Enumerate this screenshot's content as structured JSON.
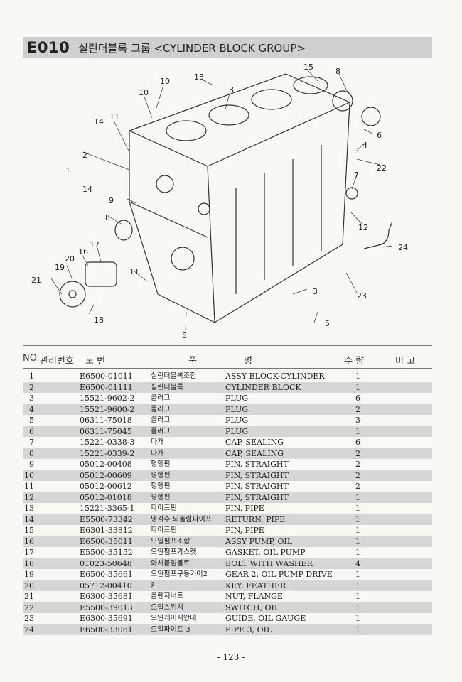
{
  "header": {
    "code": "E010",
    "title": "실린더블록 그룹 <CYLINDER BLOCK GROUP>"
  },
  "diagram": {
    "callouts": [
      "15",
      "8",
      "13",
      "3",
      "10",
      "10",
      "11",
      "14",
      "6",
      "4",
      "22",
      "2",
      "1",
      "14",
      "9",
      "7",
      "8",
      "12",
      "24",
      "17",
      "16",
      "20",
      "19",
      "11",
      "3",
      "23",
      "21",
      "5",
      "5",
      "18"
    ]
  },
  "table": {
    "headers": {
      "no": "NO",
      "mgmt": "관리번호",
      "drawing": "도 번",
      "part": "품",
      "name": "명",
      "qty": "수 량",
      "remark": "비 고"
    },
    "rows": [
      {
        "no": "1",
        "part_no": "E6500-01011",
        "kr": "실린더블록조합",
        "en": "ASSY BLOCK-CYLINDER",
        "qty": "1"
      },
      {
        "no": "2",
        "part_no": "E6500-01111",
        "kr": "실린더블록",
        "en": "CYLINDER BLOCK",
        "qty": "1"
      },
      {
        "no": "3",
        "part_no": "15521-9602-2",
        "kr": "플러그",
        "en": "PLUG",
        "qty": "6"
      },
      {
        "no": "4",
        "part_no": "15521-9600-2",
        "kr": "플러그",
        "en": "PLUG",
        "qty": "2"
      },
      {
        "no": "5",
        "part_no": "06311-75018",
        "kr": "플러그",
        "en": "PLUG",
        "qty": "3"
      },
      {
        "no": "6",
        "part_no": "06311-75045",
        "kr": "플러그",
        "en": "PLUG",
        "qty": "1"
      },
      {
        "no": "7",
        "part_no": "15221-0338-3",
        "kr": "마개",
        "en": "CAP, SEALING",
        "qty": "6"
      },
      {
        "no": "8",
        "part_no": "15221-0339-2",
        "kr": "마개",
        "en": "CAP, SEALING",
        "qty": "2"
      },
      {
        "no": "9",
        "part_no": "05012-00408",
        "kr": "평행핀",
        "en": "PIN, STRAIGHT",
        "qty": "2"
      },
      {
        "no": "10",
        "part_no": "05012-00609",
        "kr": "평행핀",
        "en": "PIN, STRAIGHT",
        "qty": "2"
      },
      {
        "no": "11",
        "part_no": "05012-00612",
        "kr": "평행핀",
        "en": "PIN, STRAIGHT",
        "qty": "2"
      },
      {
        "no": "12",
        "part_no": "05012-01018",
        "kr": "평행핀",
        "en": "PIN, STRAIGHT",
        "qty": "1"
      },
      {
        "no": "13",
        "part_no": "15221-3365-1",
        "kr": "파이프핀",
        "en": "PIN, PIPE",
        "qty": "1"
      },
      {
        "no": "14",
        "part_no": "E5500-73342",
        "kr": "냉각수 되돌림파이프",
        "en": "RETURN, PIPE",
        "qty": "1"
      },
      {
        "no": "15",
        "part_no": "E6301-33812",
        "kr": "파이프핀",
        "en": "PIN, PIPE",
        "qty": "1"
      },
      {
        "no": "16",
        "part_no": "E6500-35011",
        "kr": "오일펌프조합",
        "en": "ASSY PUMP, OIL",
        "qty": "1"
      },
      {
        "no": "17",
        "part_no": "E5500-35152",
        "kr": "오일펌프가스켓",
        "en": "GASKET, OIL PUMP",
        "qty": "1"
      },
      {
        "no": "18",
        "part_no": "01023-50648",
        "kr": "와셔붙임볼트",
        "en": "BOLT WITH WASHER",
        "qty": "4"
      },
      {
        "no": "19",
        "part_no": "E6500-35661",
        "kr": "오일펌프구동기어2",
        "en": "GEAR 2, OIL PUMP DRIVE",
        "qty": "1"
      },
      {
        "no": "20",
        "part_no": "05712-00410",
        "kr": "키",
        "en": "KEY, FEATHER",
        "qty": "1"
      },
      {
        "no": "21",
        "part_no": "E6300-35681",
        "kr": "플렌지너트",
        "en": "NUT, FLANGE",
        "qty": "1"
      },
      {
        "no": "22",
        "part_no": "E5500-39013",
        "kr": "오일스위치",
        "en": "SWITCH, OIL",
        "qty": "1"
      },
      {
        "no": "23",
        "part_no": "E6300-35691",
        "kr": "오일게이지안내",
        "en": "GUIDE, OIL GAUGE",
        "qty": "1"
      },
      {
        "no": "24",
        "part_no": "E6500-33061",
        "kr": "오일파이프 3",
        "en": "PIPE 3, OIL",
        "qty": "1"
      }
    ]
  },
  "footer": {
    "page": "- 123 -"
  }
}
